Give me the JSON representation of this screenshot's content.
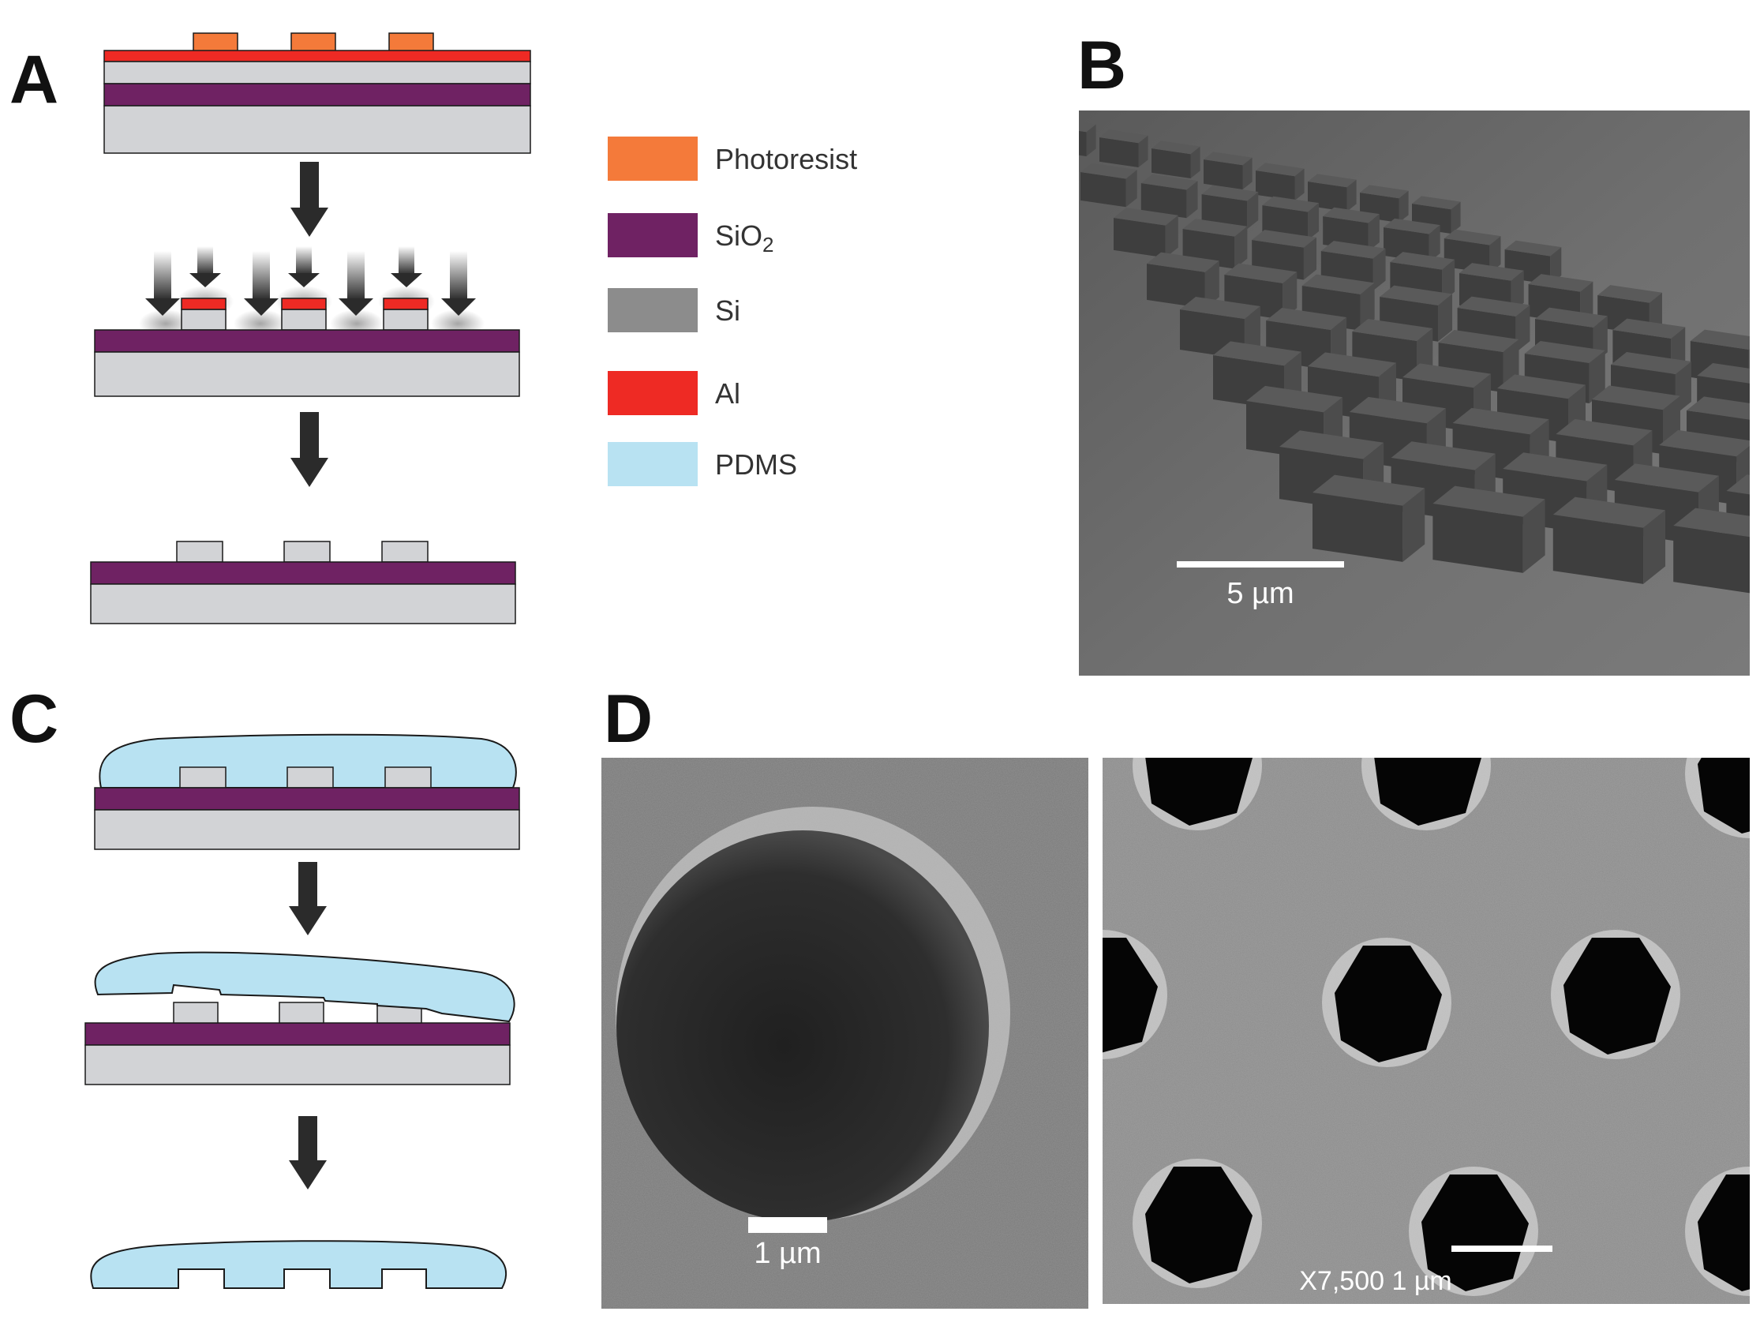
{
  "panels": {
    "a": "A",
    "b": "B",
    "c": "C",
    "d": "D"
  },
  "legend": [
    {
      "id": "photoresist",
      "label": "Photoresist",
      "sub": "",
      "color": "#F47A3A"
    },
    {
      "id": "sio2",
      "label": "SiO",
      "sub": "2",
      "color": "#6F2263"
    },
    {
      "id": "si",
      "label": "Si",
      "sub": "",
      "color": "#8C8C8C"
    },
    {
      "id": "al",
      "label": "Al",
      "sub": "",
      "color": "#EE2A24"
    },
    {
      "id": "pdms",
      "label": "PDMS",
      "sub": "",
      "color": "#B8E2F2"
    }
  ],
  "colors": {
    "si_light": "#D2D3D6",
    "arrow": "#2B2B2B",
    "outline": "#1A1A1A",
    "sem_bg": "#6E6E6E",
    "scale_bar": "#FFFFFF"
  },
  "sem": {
    "b_scale": "5 µm",
    "d1_scale": "1 µm",
    "d2_scale": "X7,500 1 µm"
  }
}
